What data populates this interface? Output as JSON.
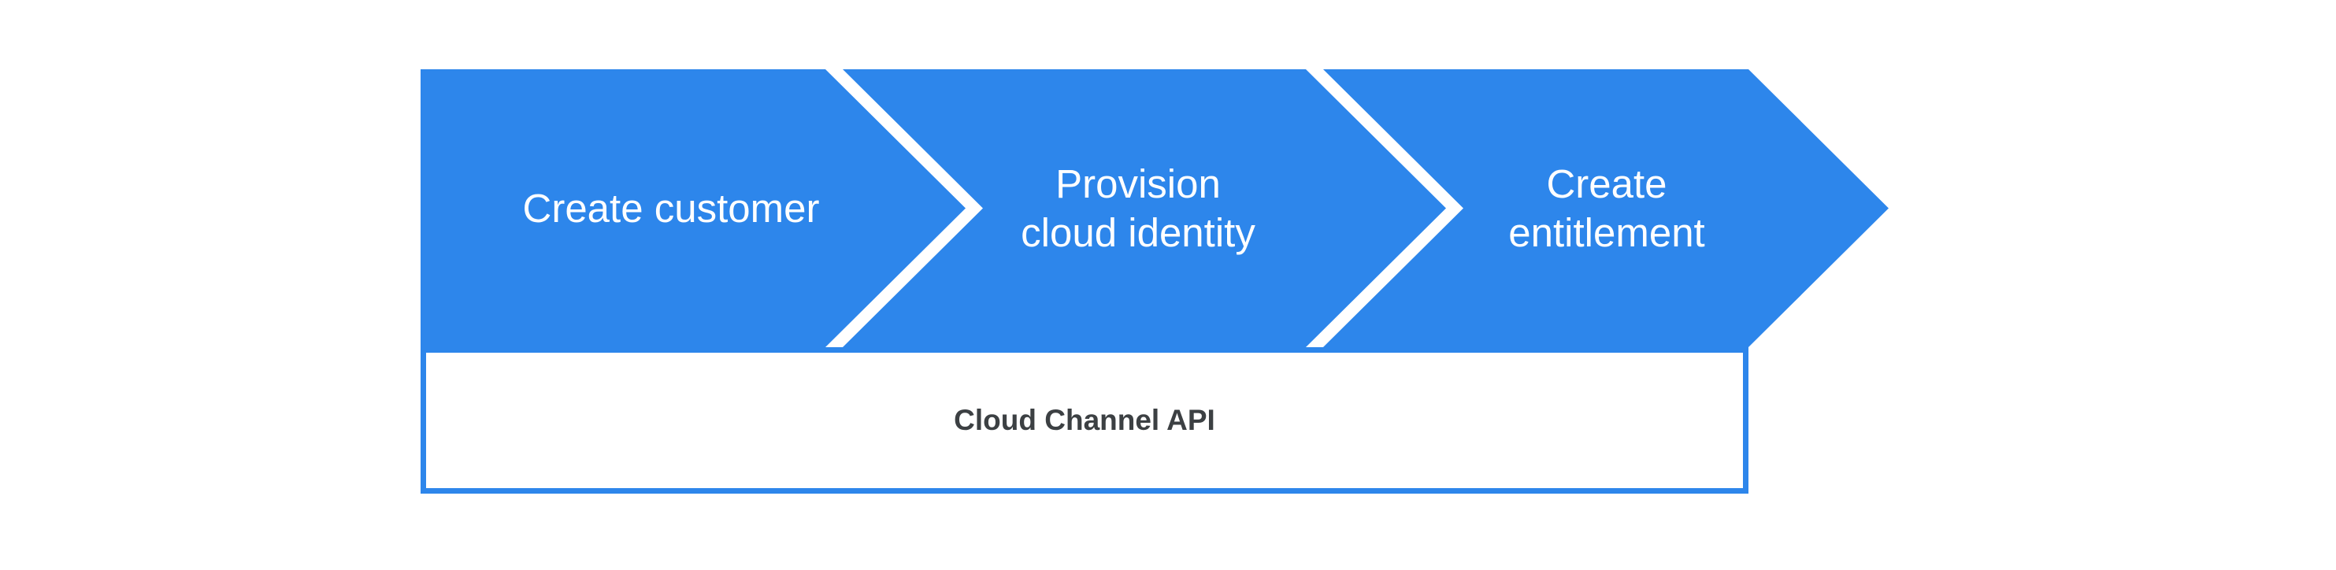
{
  "diagram": {
    "kind": "process-flow-chevron",
    "flow": {
      "steps": [
        {
          "id": "create-customer",
          "label": "Create customer"
        },
        {
          "id": "provision-cloud-identity",
          "label": "Provision\ncloud identity"
        },
        {
          "id": "create-entitlement",
          "label": "Create\nentitlement"
        }
      ]
    },
    "api_box": {
      "label": "Cloud Channel API"
    }
  },
  "colors": {
    "arrow_blue": "#2d86eb",
    "separator_white": "#ffffff",
    "step_label_text": "#ffffff",
    "api_label_text": "#3c4043",
    "background": "#ffffff"
  }
}
